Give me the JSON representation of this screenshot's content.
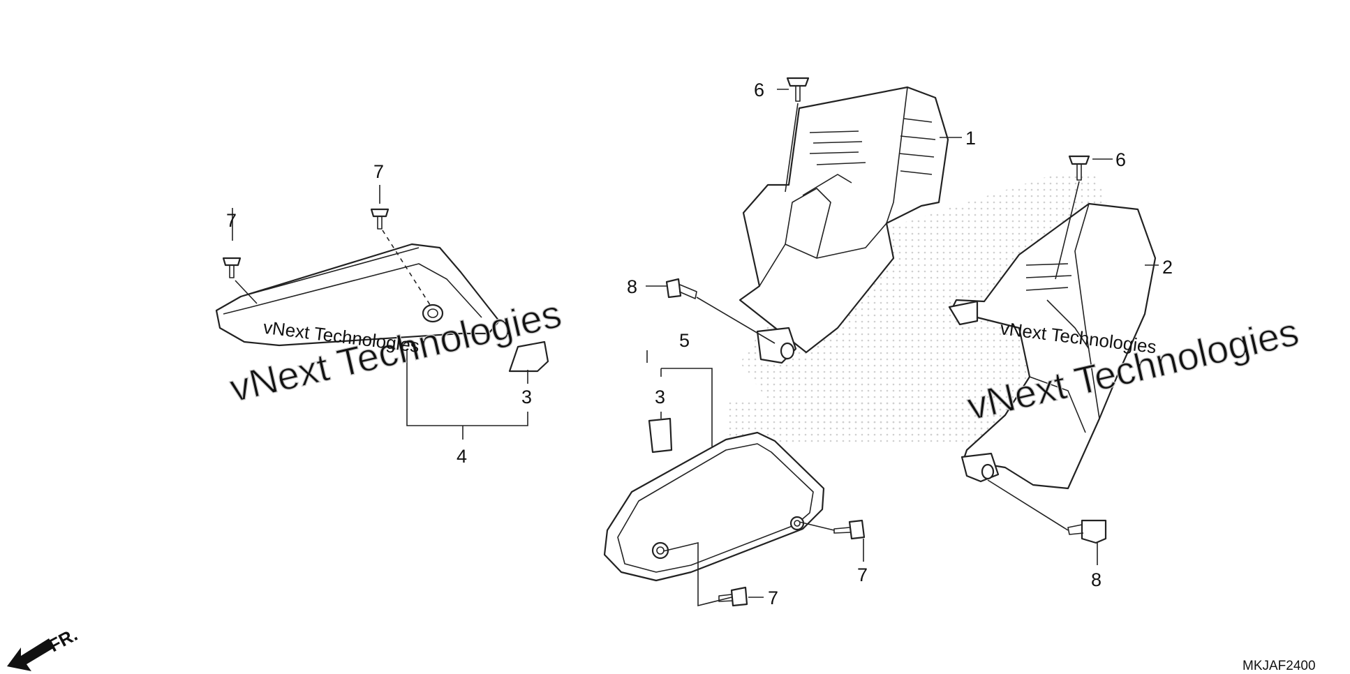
{
  "diagram": {
    "code": "MKJAF2400",
    "direction_label": "FR.",
    "callouts": [
      "1",
      "2",
      "3",
      "3",
      "4",
      "5",
      "6",
      "6",
      "7",
      "7",
      "7",
      "7",
      "8",
      "8"
    ],
    "watermark": {
      "brand_large": "vNext Technologies",
      "brand_small": "vNext Technologies"
    },
    "colors": {
      "line": "#222222",
      "background": "#ffffff",
      "watermark": "#c9c9c9"
    }
  }
}
